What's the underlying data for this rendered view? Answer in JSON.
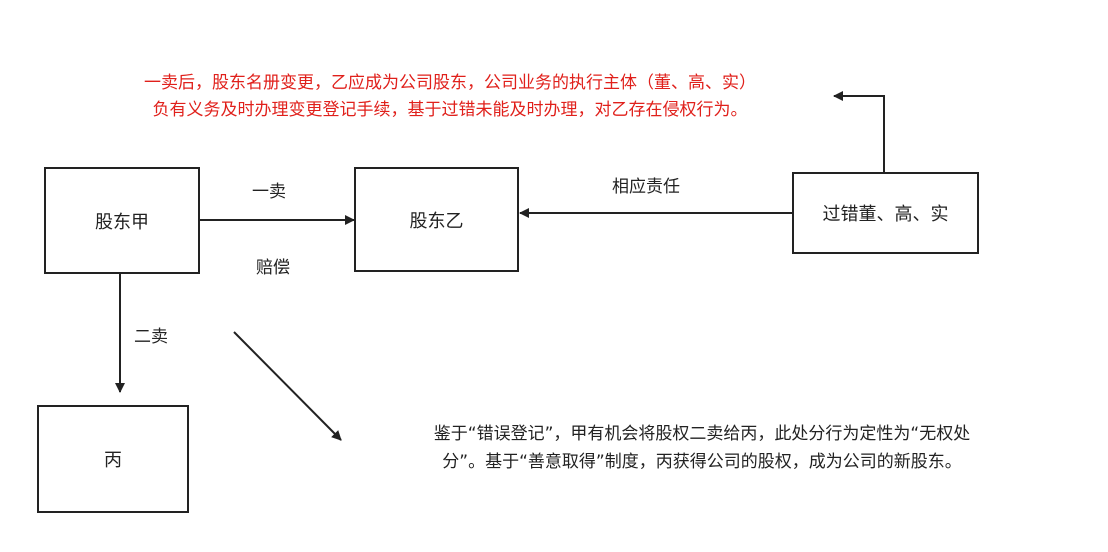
{
  "nodes": {
    "shareholder_a": "股东甲",
    "shareholder_b": "股东乙",
    "third_party_c": "丙",
    "directors": "过错董、高、实"
  },
  "edges": {
    "a_to_b_top": "一卖",
    "a_to_b_bottom": "赔偿",
    "a_to_c": "二卖",
    "directors_to_b": "相应责任"
  },
  "notes": {
    "red_line1": "一卖后，股东名册变更，乙应成为公司股东，公司业务的执行主体（董、高、实）",
    "red_line2": "负有义务及时办理变更登记手续，基于过错未能及时办理，对乙存在侵权行为。",
    "black_line1": "鉴于“错误登记”，甲有机会将股权二卖给丙，此处分行为定性为“无权处",
    "black_line2": "分”。基于“善意取得”制度，丙获得公司的股权，成为公司的新股东。"
  },
  "colors": {
    "note_red": "#e0201b",
    "line": "#222222"
  }
}
